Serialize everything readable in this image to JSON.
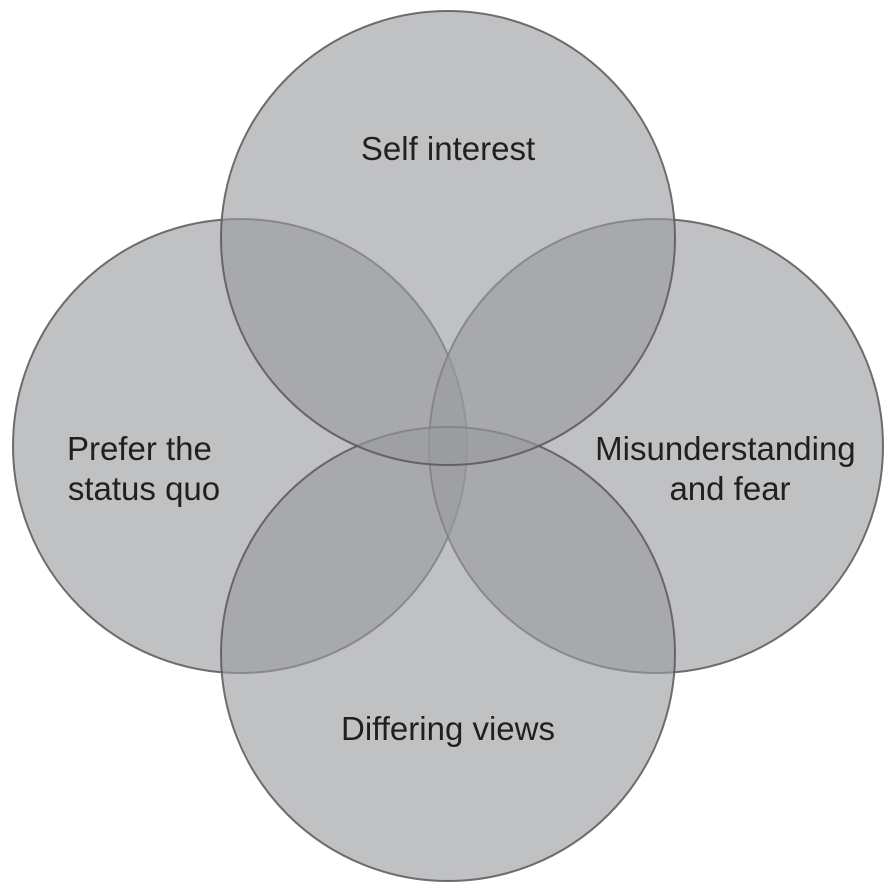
{
  "diagram": {
    "type": "four-circle-venn",
    "colors": {
      "fill": "#c0c1c3",
      "overlap_fill": "#a9aaad",
      "stroke": "#58585a",
      "text": "#231f20",
      "background": "#ffffff"
    },
    "circles": [
      {
        "id": "top",
        "label_lines": [
          "Self interest"
        ]
      },
      {
        "id": "left",
        "label_lines": [
          "Prefer the",
          "status quo"
        ]
      },
      {
        "id": "right",
        "label_lines": [
          "Misunderstanding",
          "and fear"
        ]
      },
      {
        "id": "bottom",
        "label_lines": [
          "Differing views"
        ]
      }
    ]
  }
}
